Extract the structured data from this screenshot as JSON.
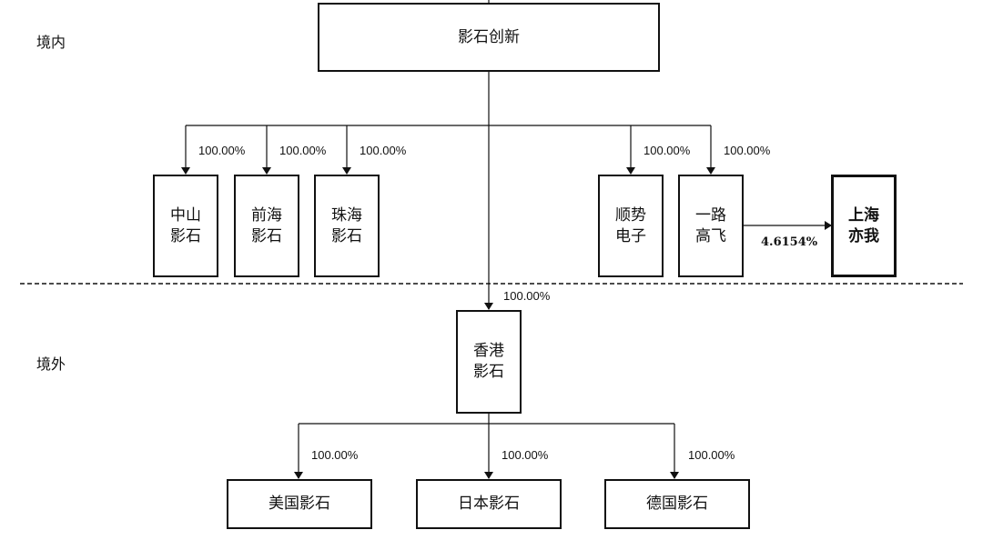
{
  "regions": {
    "domestic": "境内",
    "overseas": "境外"
  },
  "nodes": {
    "parent": "影石创新",
    "zhongshan": "中山\n影石",
    "qianhai": "前海\n影石",
    "zhuhai": "珠海\n影石",
    "shunshi": "顺势\n电子",
    "yilu": "一路\n高飞",
    "shanghai": "上海\n亦我",
    "hongkong": "香港\n影石",
    "usa": "美国影石",
    "japan": "日本影石",
    "germany": "德国影石"
  },
  "ownership": {
    "zhongshan": "100.00%",
    "qianhai": "100.00%",
    "zhuhai": "100.00%",
    "shunshi": "100.00%",
    "yilu": "100.00%",
    "shanghai": "4.6154%",
    "hongkong": "100.00%",
    "usa": "100.00%",
    "japan": "100.00%",
    "germany": "100.00%"
  }
}
